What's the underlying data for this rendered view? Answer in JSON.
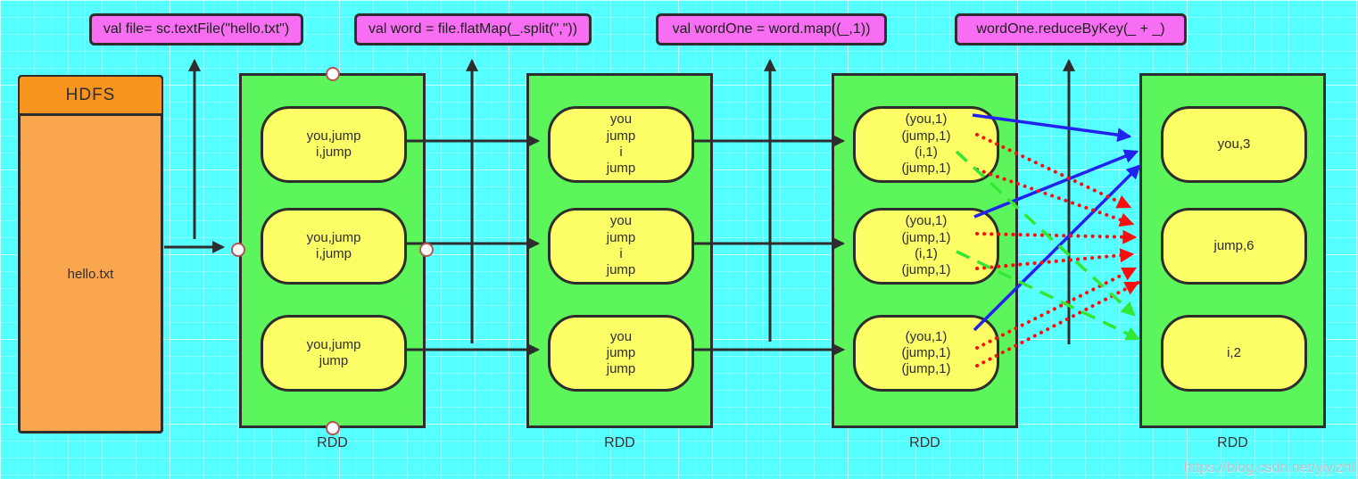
{
  "code_labels": [
    "val file= sc.textFile(\"hello.txt\")",
    "val word = file.flatMap(_.split(\",\"))",
    "val wordOne = word.map((_,1))",
    "wordOne.reduceByKey(_ + _)"
  ],
  "hdfs": {
    "title": "HDFS",
    "file_name": "hello.txt"
  },
  "rdds": [
    {
      "label": "RDD",
      "partitions": [
        "you,jump\ni,jump",
        "you,jump\ni,jump",
        "you,jump\njump"
      ]
    },
    {
      "label": "RDD",
      "partitions": [
        "you\njump\ni\njump",
        "you\njump\ni\njump",
        "you\njump\njump"
      ]
    },
    {
      "label": "RDD",
      "partitions": [
        "(you,1)\n(jump,1)\n(i,1)\n(jump,1)",
        "(you,1)\n(jump,1)\n(i,1)\n(jump,1)",
        "(you,1)\n(jump,1)\n(jump,1)"
      ]
    },
    {
      "label": "RDD",
      "partitions": [
        "you,3",
        "jump,6",
        "i,2"
      ]
    }
  ],
  "watermark": "https://blog.csdn.net/yiyizhl",
  "colors": {
    "canvas": "#55feff",
    "code_label_fill": "#f76ef2",
    "rdd_fill": "#5cf55c",
    "partition_fill": "#fdfd66",
    "hdfs_header_fill": "#f7941e",
    "hdfs_body_fill": "#faa64f",
    "connector_black": "#2d2d2d",
    "you_shuffle": "#2222ee",
    "jump_shuffle": "#f90d0d",
    "i_shuffle": "#33e833"
  }
}
